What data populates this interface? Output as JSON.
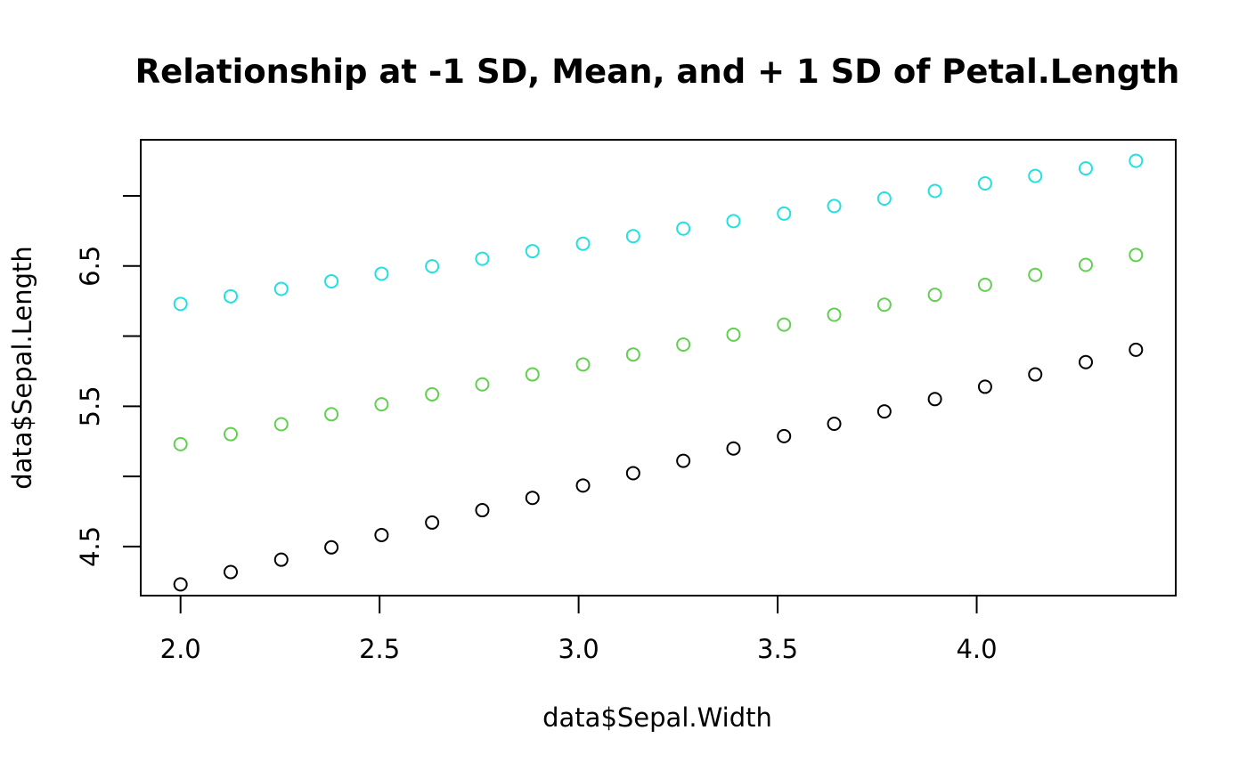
{
  "chart_data": {
    "type": "scatter",
    "title": "Relationship at -1 SD, Mean, and + 1 SD of Petal.Length",
    "xlabel": "data$Sepal.Width",
    "ylabel": "data$Sepal.Length",
    "xlim": [
      1.9,
      4.5
    ],
    "ylim": [
      4.15,
      7.4
    ],
    "x_ticks": [
      2.0,
      2.5,
      3.0,
      3.5,
      4.0
    ],
    "x_tick_labels": [
      "2.0",
      "2.5",
      "3.0",
      "3.5",
      "4.0"
    ],
    "y_ticks": [
      4.5,
      5.0,
      5.5,
      6.0,
      6.5,
      7.0
    ],
    "y_tick_labels": [
      "4.5",
      "",
      "5.5",
      "",
      "6.5",
      ""
    ],
    "grid": false,
    "legend": "none",
    "x": [
      2.0,
      2.126,
      2.253,
      2.379,
      2.505,
      2.632,
      2.758,
      2.884,
      3.011,
      3.137,
      3.263,
      3.389,
      3.516,
      3.642,
      3.768,
      3.895,
      4.021,
      4.147,
      4.274,
      4.4
    ],
    "series": [
      {
        "color": "#000000",
        "values": [
          4.23,
          4.318,
          4.406,
          4.494,
          4.582,
          4.671,
          4.759,
          4.847,
          4.935,
          5.023,
          5.111,
          5.199,
          5.287,
          5.375,
          5.463,
          5.551,
          5.639,
          5.727,
          5.815,
          5.903
        ]
      },
      {
        "color": "#61D04F",
        "values": [
          5.23,
          5.301,
          5.372,
          5.443,
          5.514,
          5.585,
          5.656,
          5.727,
          5.798,
          5.869,
          5.94,
          6.011,
          6.082,
          6.153,
          6.224,
          6.295,
          6.366,
          6.437,
          6.508,
          6.579
        ]
      },
      {
        "color": "#22E0E0",
        "values": [
          6.23,
          6.284,
          6.337,
          6.391,
          6.445,
          6.498,
          6.552,
          6.606,
          6.659,
          6.713,
          6.767,
          6.82,
          6.874,
          6.928,
          6.981,
          7.035,
          7.089,
          7.142,
          7.196,
          7.25
        ]
      }
    ]
  }
}
